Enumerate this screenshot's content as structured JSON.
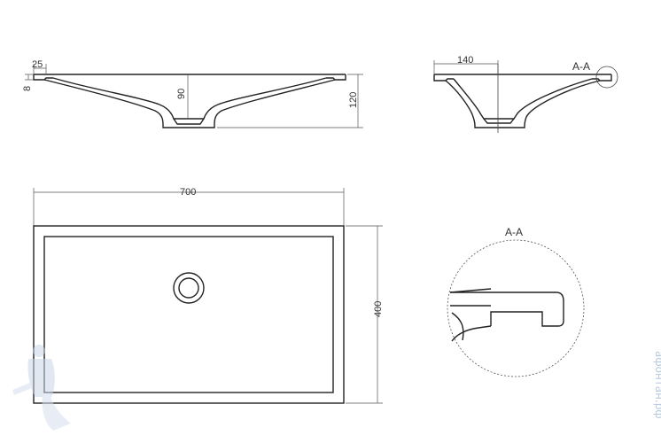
{
  "dimensions": {
    "rim_thickness": "25",
    "rim_offset": "8",
    "bowl_depth": "90",
    "total_height": "120",
    "side_offset": "140",
    "width": "700",
    "depth": "400"
  },
  "section_label": "A-A",
  "detail_label": "A-A",
  "watermark_text": "афонтан.рф",
  "colors": {
    "line": "#222222",
    "watermark": "#b9c8dc"
  }
}
